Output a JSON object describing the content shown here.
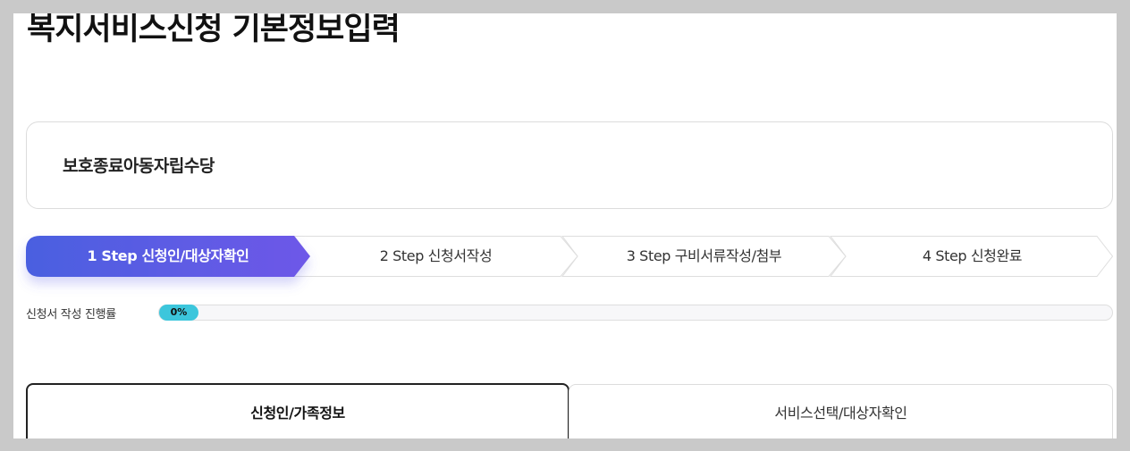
{
  "page": {
    "title": "복지서비스신청 기본정보입력"
  },
  "service": {
    "name": "보호종료아동자립수당"
  },
  "steps": [
    {
      "label": "1 Step 신청인/대상자확인",
      "active": true
    },
    {
      "label": "2 Step 신청서작성",
      "active": false
    },
    {
      "label": "3 Step 구비서류작성/첨부",
      "active": false
    },
    {
      "label": "4 Step 신청완료",
      "active": false
    }
  ],
  "progress": {
    "label": "신청서 작성 진행률",
    "value_text": "0%",
    "value": 0
  },
  "tabs": [
    {
      "label": "신청인/가족정보",
      "active": true
    },
    {
      "label": "서비스선택/대상자확인",
      "active": false
    }
  ],
  "colors": {
    "step_active_start": "#4a5fe0",
    "step_active_end": "#6e58e8",
    "progress_fill": "#3cc6dc"
  }
}
